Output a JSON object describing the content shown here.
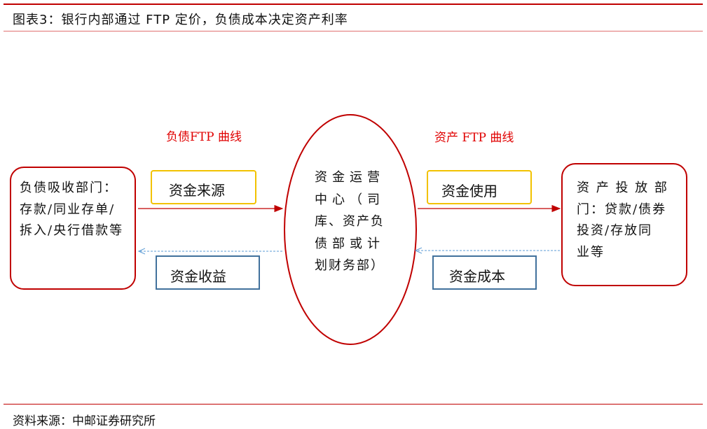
{
  "header": {
    "title": "图表3：银行内部通过 FTP 定价，负债成本决定资产利率"
  },
  "diagram": {
    "liability_curve_label": "负债FTP 曲线",
    "asset_curve_label": "资产 FTP 曲线",
    "liability_dept": {
      "lines": [
        "负债吸收部门：",
        "存款/同业存单/",
        "拆入/央行借款等"
      ]
    },
    "asset_dept": {
      "lines": [
        "资 产 投 放 部",
        "门：贷款/债券",
        "投资/存放同",
        "业等"
      ]
    },
    "center": {
      "lines": [
        "资金运营",
        "中心（司",
        "库、资产负",
        "债部或计",
        "划财务部）"
      ]
    },
    "fund_source": "资金来源",
    "fund_income": "资金收益",
    "fund_use": "资金使用",
    "fund_cost": "资金成本",
    "colors": {
      "red": "#c00000",
      "yellow": "#f2c200",
      "blue": "#41719c",
      "dashed": "#5b9bd5"
    }
  },
  "footer": {
    "source": "资料来源：中邮证券研究所"
  }
}
